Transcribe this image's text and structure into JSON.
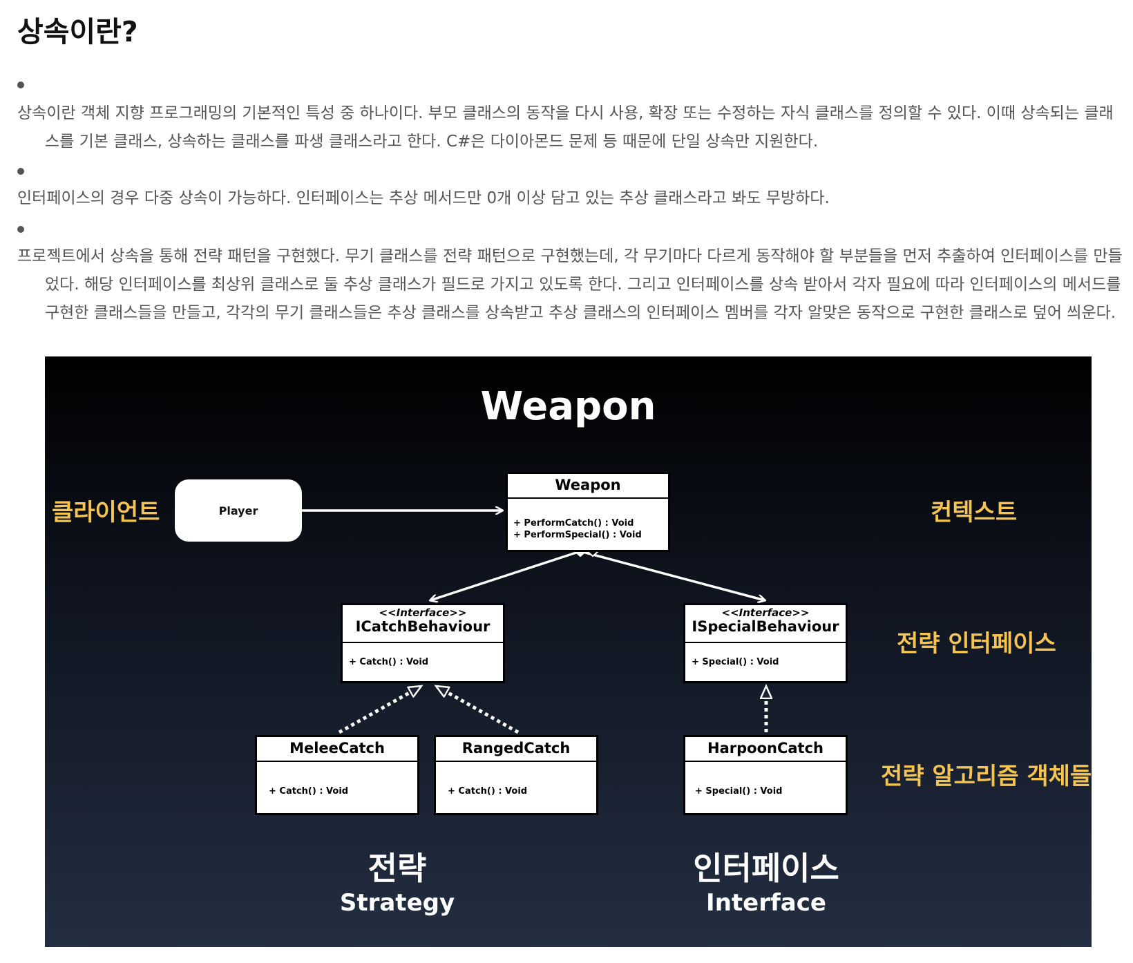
{
  "page": {
    "title": "상속이란?",
    "paragraphs": [
      "상속이란 객체 지향 프로그래밍의 기본적인 특성 중 하나이다. 부모 클래스의 동작을 다시 사용, 확장 또는 수정하는 자식 클래스를 정의할 수 있다. 이때 상속되는 클래스를 기본 클래스, 상속하는 클래스를 파생 클래스라고 한다. C#은 다이아몬드 문제 등 때문에 단일 상속만 지원한다.",
      "인터페이스의 경우 다중 상속이 가능하다. 인터페이스는 추상 메서드만 0개 이상 담고 있는 추상 클래스라고 봐도 무방하다.",
      "프로젝트에서 상속을 통해 전략 패턴을 구현했다. 무기 클래스를 전략 패턴으로 구현했는데, 각 무기마다 다르게 동작해야 할 부분들을 먼저 추출하여 인터페이스를 만들었다. 해당 인터페이스를 최상위 클래스로 둘 추상 클래스가 필드로 가지고 있도록 한다. 그리고 인터페이스를 상속 받아서 각자 필요에 따라 인터페이스의 메서드를 구현한 클래스들을 만들고, 각각의 무기 클래스들은 추상 클래스를 상속받고 추상 클래스의 인터페이스 멤버를 각자 알맞은 동작으로 구현한 클래스로 덮어 씌운다."
    ]
  },
  "diagram": {
    "title": "Weapon",
    "side_labels": {
      "client": "클라이언트",
      "context": "컨텍스트",
      "strategy_interface": "전략 인터페이스",
      "strategy_objects": "전략 알고리즘 객체들"
    },
    "player": "Player",
    "weapon": {
      "name": "Weapon",
      "methods": [
        "+ PerformCatch() : Void",
        "+ PerformSpecial() : Void"
      ]
    },
    "icatch": {
      "stereotype": "<<Interface>>",
      "name": "ICatchBehaviour",
      "method": "+ Catch() : Void"
    },
    "ispecial": {
      "stereotype": "<<Interface>>",
      "name": "ISpecialBehaviour",
      "method": "+ Special() : Void"
    },
    "melee": {
      "name": "MeleeCatch",
      "method": "+ Catch() : Void"
    },
    "ranged": {
      "name": "RangedCatch",
      "method": "+ Catch() : Void"
    },
    "harpoon": {
      "name": "HarpoonCatch",
      "method": "+ Special() : Void"
    },
    "strategy": {
      "ko": "전략",
      "en": "Strategy"
    },
    "interface": {
      "ko": "인터페이스",
      "en": "Interface"
    },
    "colors": {
      "label": "#f5c451",
      "background_top": "#000000",
      "background_bottom": "#232e42"
    }
  }
}
